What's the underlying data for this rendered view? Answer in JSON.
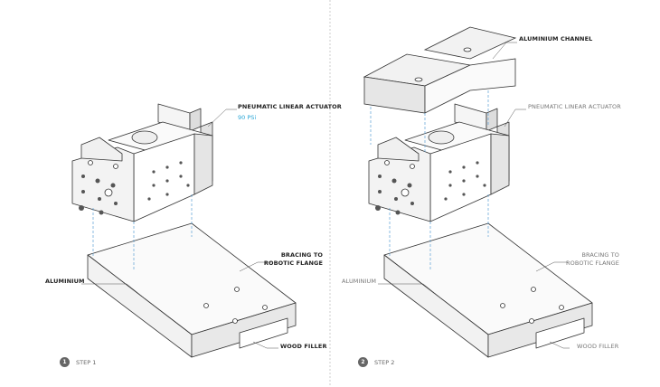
{
  "step1": {
    "number": "1",
    "label": "STEP 1",
    "actuator_label": "PNEUMATIC LINEAR ACTUATOR",
    "pressure": "90 PSi",
    "bracing_label_1": "BRACING TO",
    "bracing_label_2": "ROBOTIC FLANGE",
    "aluminium_label": "ALUMINIUM",
    "wood_label": "WOOD FILLER"
  },
  "step2": {
    "number": "2",
    "label": "STEP 2",
    "channel_label": "ALUMINIUM CHANNEL",
    "actuator_label": "PNEUMATIC LINEAR ACTUATOR",
    "bracing_label_1": "BRACING TO",
    "bracing_label_2": "ROBOTIC FLANGE",
    "aluminium_label": "ALUMINIUM",
    "wood_label": "WOOD FILLER"
  },
  "colors": {
    "accent": "#2aa6d6",
    "guide": "#5a9fd4",
    "line": "#333333"
  }
}
